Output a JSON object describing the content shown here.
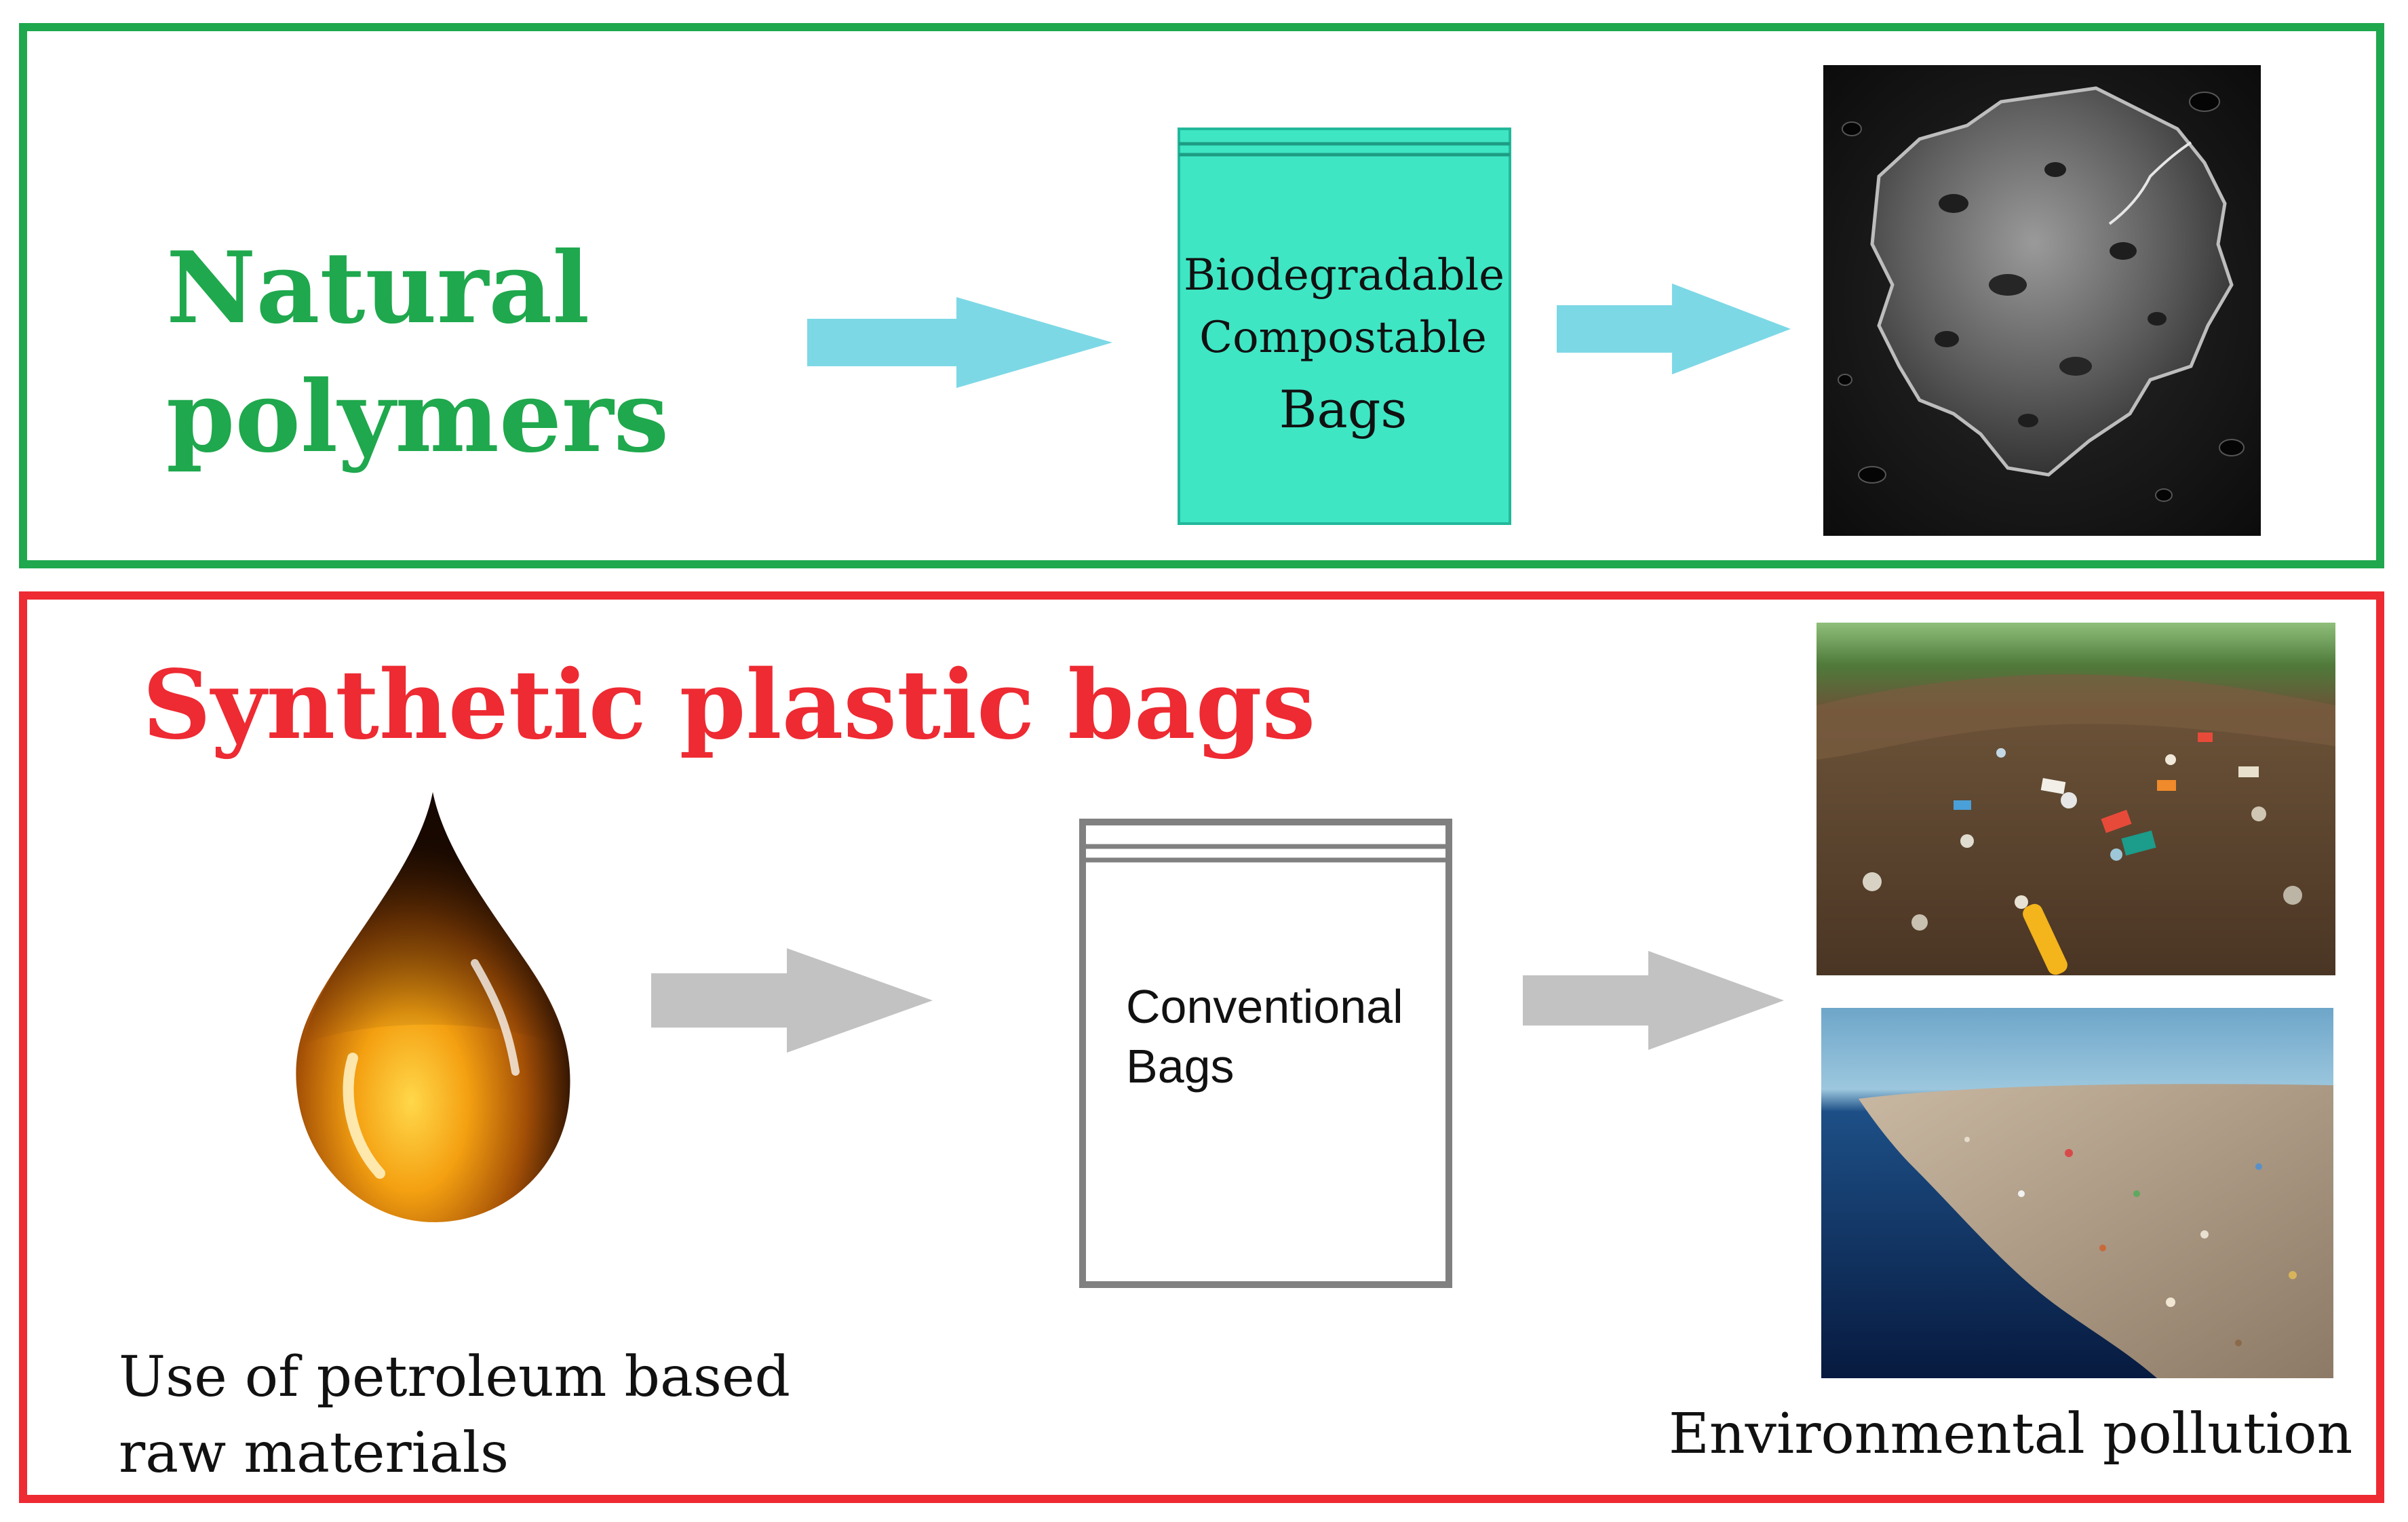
{
  "colors": {
    "natural": "#1fa84d",
    "synthetic": "#ee2a32",
    "arrow_blue": "#7dd8e6",
    "arrow_gray": "#c2c2c2",
    "bio_bag": "#3ee6c4",
    "bag_outline": "#808080",
    "text": "#111111"
  },
  "natural": {
    "title_line1": "Natural",
    "title_line2": "polymers",
    "bag_label": {
      "line1": "Biodegradable",
      "line2": "Compostable",
      "line3": "Bags"
    },
    "image_icon": "degraded-particle-micrograph"
  },
  "synthetic": {
    "title": "Synthetic plastic bags",
    "source_icon": "oil-drop-icon",
    "source_label": {
      "line1": "Use of petroleum based",
      "line2": "raw materials"
    },
    "bag_label": {
      "line1": "Conventional",
      "line2": "Bags"
    },
    "pollution_images": [
      "soil-plastic-debris",
      "ocean-plastic-debris"
    ],
    "pollution_label": "Environmental pollution"
  }
}
